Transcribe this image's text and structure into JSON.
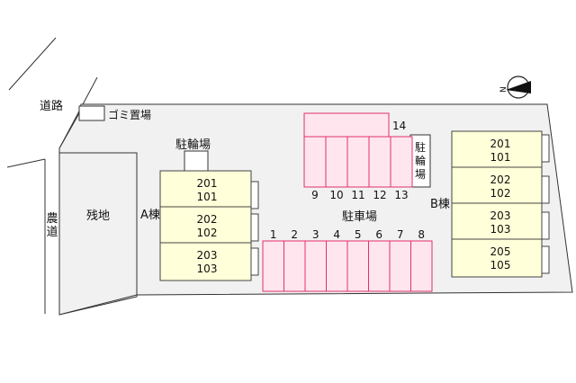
{
  "labels": {
    "road": "道路",
    "garbage": "ゴミ置場",
    "farm_road": "農道",
    "remaining_land": "残地",
    "bicycle_parking": "駐輪場",
    "parking": "駐車場",
    "building_a": "A棟",
    "building_b": "B棟",
    "north": "N"
  },
  "building_a_units": [
    {
      "upper": "201",
      "lower": "101"
    },
    {
      "upper": "202",
      "lower": "102"
    },
    {
      "upper": "203",
      "lower": "103"
    }
  ],
  "building_b_units": [
    {
      "upper": "201",
      "lower": "101"
    },
    {
      "upper": "202",
      "lower": "102"
    },
    {
      "upper": "203",
      "lower": "103"
    },
    {
      "upper": "205",
      "lower": "105"
    }
  ],
  "parking_top_numbers": [
    "9",
    "10",
    "11",
    "12",
    "13"
  ],
  "parking_top_extra": "14",
  "parking_bottom_numbers": [
    "1",
    "2",
    "3",
    "4",
    "5",
    "6",
    "7",
    "8"
  ],
  "colors": {
    "building_fill": "#ffffd9",
    "parking_fill": "#ffe6ee",
    "parking_stroke": "#e0306a",
    "site_fill": "#f1f1f1",
    "line": "#333333"
  }
}
